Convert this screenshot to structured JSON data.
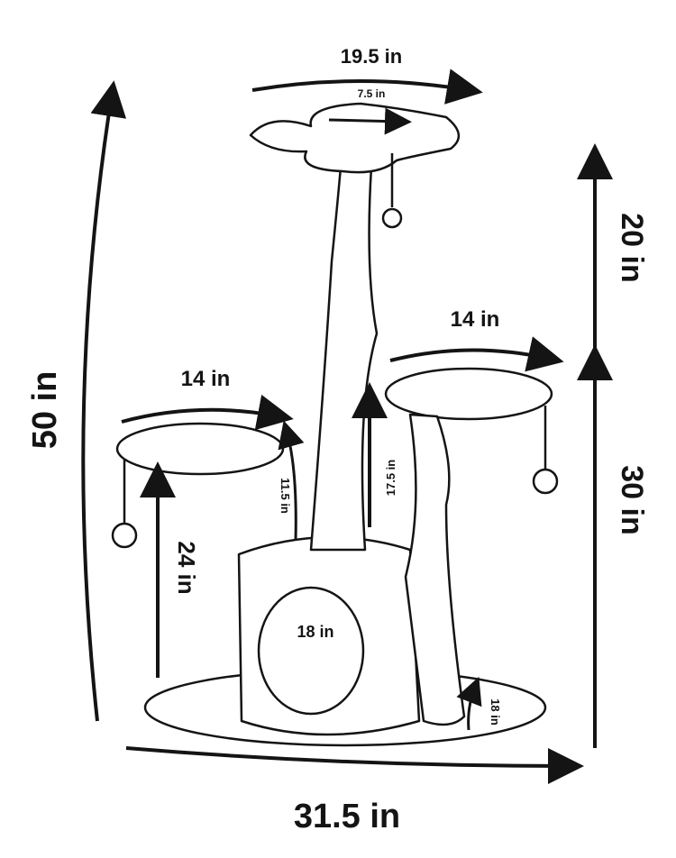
{
  "diagram": {
    "subject": "Cat tree with dimensions",
    "labels": {
      "top_perch_width": "19.5 in",
      "top_perch_inner": "7.5 in",
      "upper_height": "20 in",
      "total_height": "50 in",
      "lower_height": "30 in",
      "left_platform_width": "14 in",
      "right_platform_width": "14 in",
      "left_platform_height": "24 in",
      "left_gap": "11.5 in",
      "right_gap": "17.5 in",
      "condo_opening": "18 in",
      "base_depth": "18 in",
      "base_width": "31.5 in"
    },
    "colors": {
      "line": "#141414",
      "fill": "#ffffff"
    }
  }
}
